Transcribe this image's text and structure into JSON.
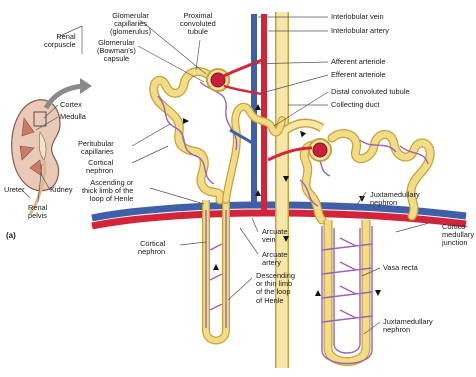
{
  "labels": {
    "renal_corpuscle": "Renal\ncorpuscle",
    "glomerular_capillaries": "Glomerular\ncapillaries\n(glomerulus)",
    "glomerular_capsule": "Glomerular\n(Bowman's)\ncapsule",
    "proximal_tubule": "Proximal\nconvoluted\ntubule",
    "interlobular_vein": "Interlobular vein",
    "interlobular_artery": "Interlobular artery",
    "afferent_arteriole": "Afferent arteriole",
    "efferent_arteriole": "Efferent arteriole",
    "distal_tubule": "Distal convoluted tubule",
    "collecting_duct": "Collecting duct",
    "cortex": "Cortex",
    "medulla": "Medulla",
    "kidney": "Kidney",
    "ureter": "Ureter",
    "renal_pelvis": "Renal\npelvis",
    "panel_a": "(a)",
    "peritubular_capillaries": "Peritubular\ncapillaries",
    "cortical_nephron_top": "Cortical\nnephron",
    "ascending_limb": "Ascending or\nthick limb of the\nloop of Henle",
    "juxtamedullary_nephron_top": "Juxtamedullary\nnephron",
    "cortico_medullary_junction": "Cortico-\nmedullary\njunction",
    "arcuate_vein": "Arcuate\nvein",
    "arcuate_artery": "Arcuate\nartery",
    "cortical_nephron_bottom": "Cortical\nnephron",
    "descending_limb": "Descending\nor thin limb\nof the loop\nof Henle",
    "vasa_recta": "Vasa recta",
    "juxtamedullary_nephron_bottom": "Juxtamedullary\nnephron"
  },
  "colors": {
    "tubule": "#f3dc86",
    "tubule_edge": "#c6a23a",
    "duct": "#f6e6a8",
    "artery": "#d4243a",
    "vein": "#3f5fa8",
    "capillary": "#9a63b8",
    "leader": "#555555"
  }
}
